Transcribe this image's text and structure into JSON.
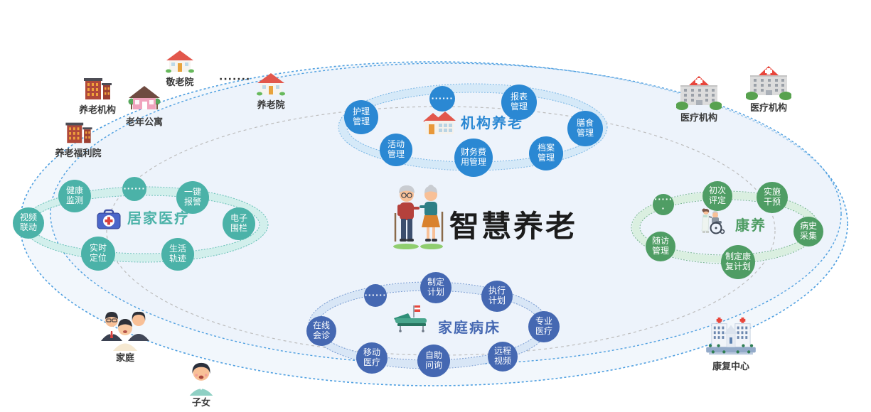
{
  "center": {
    "title": "智慧养老"
  },
  "clusters": {
    "institution": {
      "title": "机构养老",
      "accent": "#2b88d3",
      "nodes": [
        "······",
        "护理管理",
        "报表管理",
        "膳食管理",
        "档案管理",
        "财务费用管理",
        "活动管理"
      ]
    },
    "home_medical": {
      "title": "居家医疗",
      "accent": "#4bb2a8",
      "nodes": [
        "健康监测",
        "······",
        "一键报警",
        "电子围栏",
        "生活轨迹",
        "实时定位",
        "视频联动"
      ]
    },
    "rehab": {
      "title": "康养",
      "accent": "#4f9d64",
      "nodes": [
        "初次评定",
        "实施干预",
        "······",
        "病史采集",
        "制定康复计划",
        "随访管理"
      ]
    },
    "family_bed": {
      "title": "家庭病床",
      "accent": "#4568b2",
      "nodes": [
        "······",
        "制定计划",
        "执行计划",
        "专业医疗",
        "远程视频",
        "自助问询",
        "移动医疗",
        "在线会诊"
      ]
    }
  },
  "peripherals": {
    "elderly_institution": "养老机构",
    "elderly_welfare_home": "养老福利院",
    "senior_apartment": "老年公寓",
    "respect_home": "敬老院",
    "ellipsis": "·······",
    "nursing_home": "养老院",
    "medical_institution_1": "医疗机构",
    "medical_institution_2": "医疗机构",
    "family": "家庭",
    "children": "子女",
    "rehab_center": "康复中心"
  },
  "colors": {
    "outer_dashed": "#4e9fe0",
    "inner_dashed_gray": "#bdbdbd"
  }
}
